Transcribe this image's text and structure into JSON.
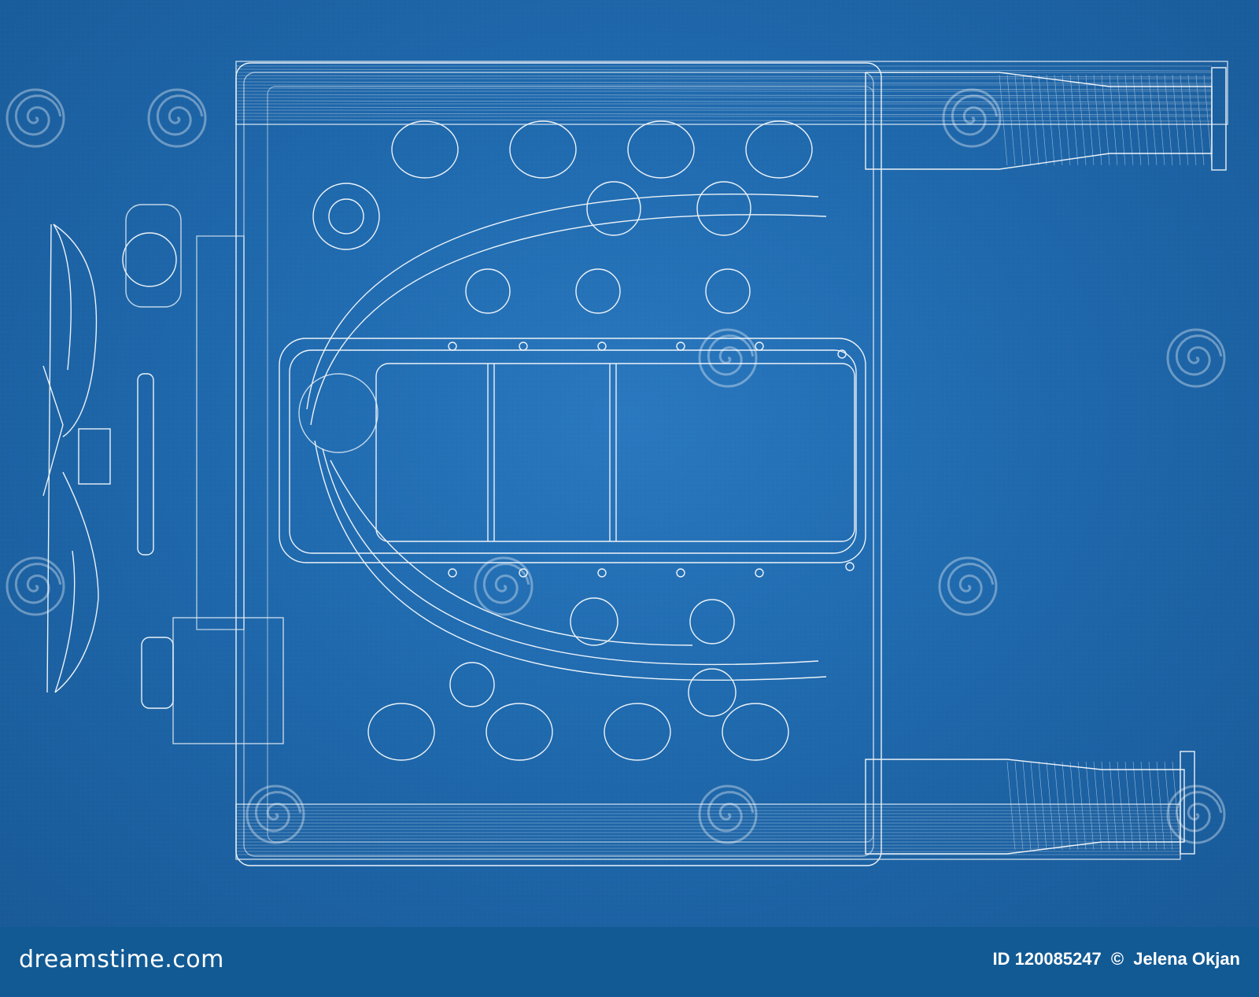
{
  "image": {
    "subject": "engine-blueprint-wireframe",
    "colors": {
      "background": "#1f69ad",
      "lines": "#ffffff",
      "footer": "#125a94"
    }
  },
  "watermark": {
    "text": "dreamstime",
    "icon": "spiral-logo-icon"
  },
  "footer": {
    "brand": "dreamstime.com",
    "id_label": "ID",
    "id_value": "120085247",
    "copyright_symbol": "©",
    "author": "Jelena Okjan"
  }
}
